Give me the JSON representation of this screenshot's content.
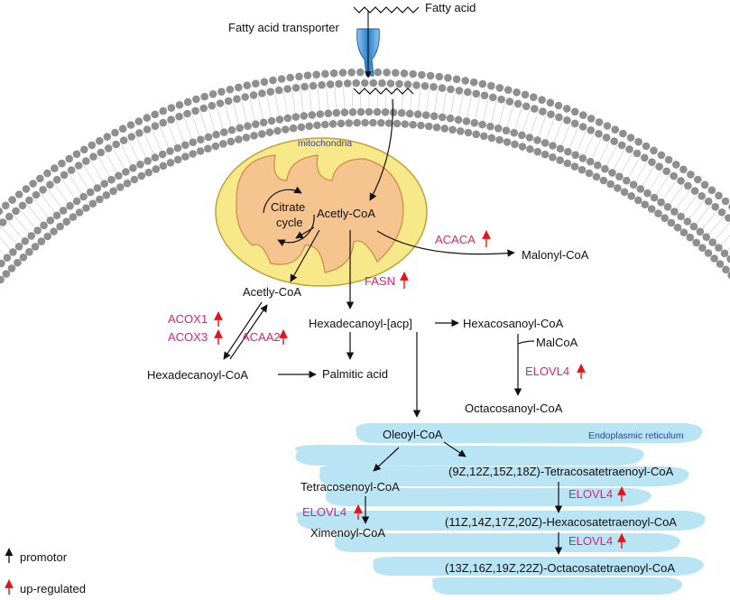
{
  "labels": {
    "fatty_acid": "Fatty acid",
    "fatty_acid_transporter": "Fatty acid transporter",
    "mitochondria": "mitochondria",
    "citrate_cycle_1": "Citrate",
    "citrate_cycle_2": "cycle",
    "acetyl_coa_mito": "Acetly-CoA",
    "acetyl_coa_cyto": "Acetly-CoA",
    "malonyl_coa": "Malonyl-CoA",
    "hexadecanoyl_acp": "Hexadecanoyl-[acp]",
    "hexacosanoyl_coa": "Hexacosanoyl-CoA",
    "malcoa": "MalCoA",
    "octacosanoyl_coa": "Octacosanoyl-CoA",
    "hexadecanoyl_coa": "Hexadecanoyl-CoA",
    "palmitic_acid": "Palmitic acid",
    "endoplasmic_reticulum": "Endoplasmic reticulum",
    "oleoyl_coa": "Oleoyl-CoA",
    "tetracosatetraenoyl_coa": "(9Z,12Z,15Z,18Z)-Tetracosatetraenoyl-CoA",
    "tetracosenoyl_coa": "Tetracosenoyl-CoA",
    "hexacosatetraenoyl_coa": "(11Z,14Z,17Z,20Z)-Hexacosatetraenoyl-CoA",
    "ximenoyl_coa": "Ximenoyl-CoA",
    "octacosatetraenoyl_coa": "(13Z,16Z,19Z,22Z)-Octacosatetraenoyl-CoA"
  },
  "enzymes": {
    "acaca": "ACACA",
    "fasn": "FASN",
    "acox1": "ACOX1",
    "acox3": "ACOX3",
    "acaa2": "ACAA2",
    "elovl4_mal": "ELOVL4",
    "elovl4_1": "ELOVL4",
    "elovl4_2": "ELOVL4",
    "elovl4_tetra": "ELOVL4"
  },
  "legend": {
    "promotor": "promotor",
    "up_regulated": "up-regulated"
  },
  "colors": {
    "enzyme_text": "#d6237a",
    "up_arrow": "#e3141c",
    "label_blue": "#2a3ad6",
    "er_fill": "#b9e4f4",
    "mito_outer": "#f7e88a",
    "mito_inner": "#f6c48e",
    "membrane_head": "#8f8f8f",
    "transporter": "#2a7ec9"
  }
}
